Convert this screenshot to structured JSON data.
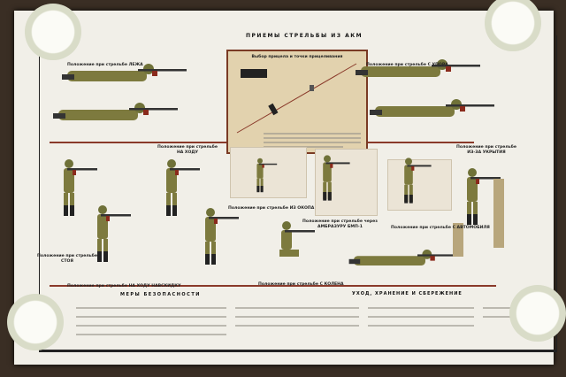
{
  "poster": {
    "title": "ПРИЕМЫ СТРЕЛЬБЫ ИЗ АКМ",
    "center_panel": {
      "title": "Выбор прицела и точки прицеливания"
    },
    "labels": {
      "prone": "Положение при стрельбе ЛЕЖА",
      "rest": "Положение при стрельбе С УПОРА",
      "moving": "Положение при стрельбе\nНА ХОДУ",
      "cover": "Положение при стрельбе\nИЗ-ЗА УКРЫТИЯ",
      "standing": "Положение при стрельбе\nСТОЯ",
      "trench": "Положение при стрельбе ИЗ ОКОПА",
      "embrasure": "Положение при стрельбе через\nАМБРАЗУРУ БМП-1",
      "vehicle": "Положение при стрельбе С АВТОМОБИЛЯ",
      "hip": "Положение при стрельбе НА ХОДУ НАВСКИДКУ",
      "kneeling": "Положение при стрельбе С КОЛЕНА"
    },
    "sections": {
      "safety": "МЕРЫ БЕЗОПАСНОСТИ",
      "care": "УХОД, ХРАНЕНИЕ И СБЕРЕЖЕНИЕ"
    }
  },
  "colors": {
    "uniform": "#7d7a3e",
    "helmet": "#6f7138",
    "rifle_wood": "#8a2a1c",
    "accent_red": "#8a3a2a",
    "panel": "#e2d2ae"
  }
}
